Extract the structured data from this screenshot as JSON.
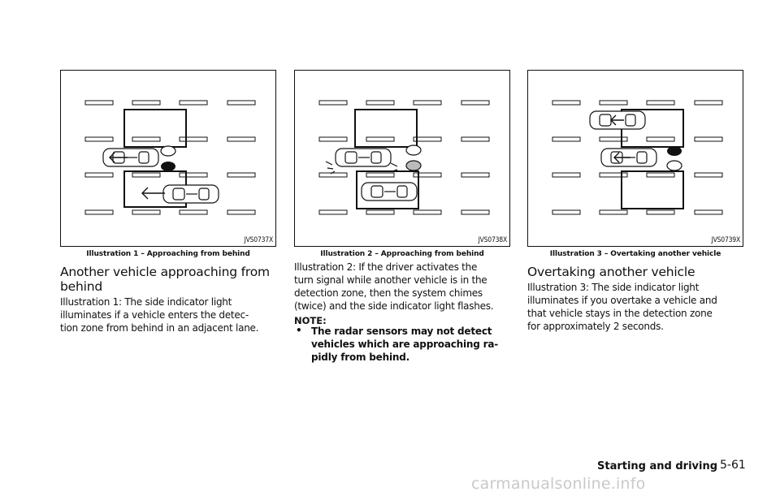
{
  "figures": [
    {
      "code": "JVS0737X",
      "caption": "Illustration 1 – Approaching from behind"
    },
    {
      "code": "JVS0738X",
      "caption": "Illustration 2 – Approaching from behind"
    },
    {
      "code": "JVS0739X",
      "caption": "Illustration 3 – Overtaking another vehicle"
    }
  ],
  "col1": {
    "heading_line1": "Another vehicle approaching from",
    "heading_line2": "behind",
    "para_lines": [
      "Illustration 1: The side indicator light",
      "illuminates if a vehicle enters the detec-",
      "tion zone from behind in an adjacent lane."
    ]
  },
  "col2": {
    "para_lines": [
      "Illustration 2: If the driver activates the",
      "turn signal while another vehicle is in the",
      "detection zone, then the system chimes",
      "(twice) and the side indicator light flashes."
    ],
    "note_label": "NOTE:",
    "bullet": "•",
    "note_lines": [
      "The radar sensors may not detect",
      "vehicles which are approaching ra-",
      "pidly from behind."
    ]
  },
  "col3": {
    "heading": "Overtaking another vehicle",
    "para_lines": [
      "Illustration 3: The side indicator light",
      "illuminates if you overtake a vehicle and",
      "that vehicle stays in the detection zone",
      "for approximately 2 seconds."
    ]
  },
  "footer": {
    "section": "Starting and driving",
    "page": "5-61"
  },
  "watermark": "carmanualsonline.info"
}
